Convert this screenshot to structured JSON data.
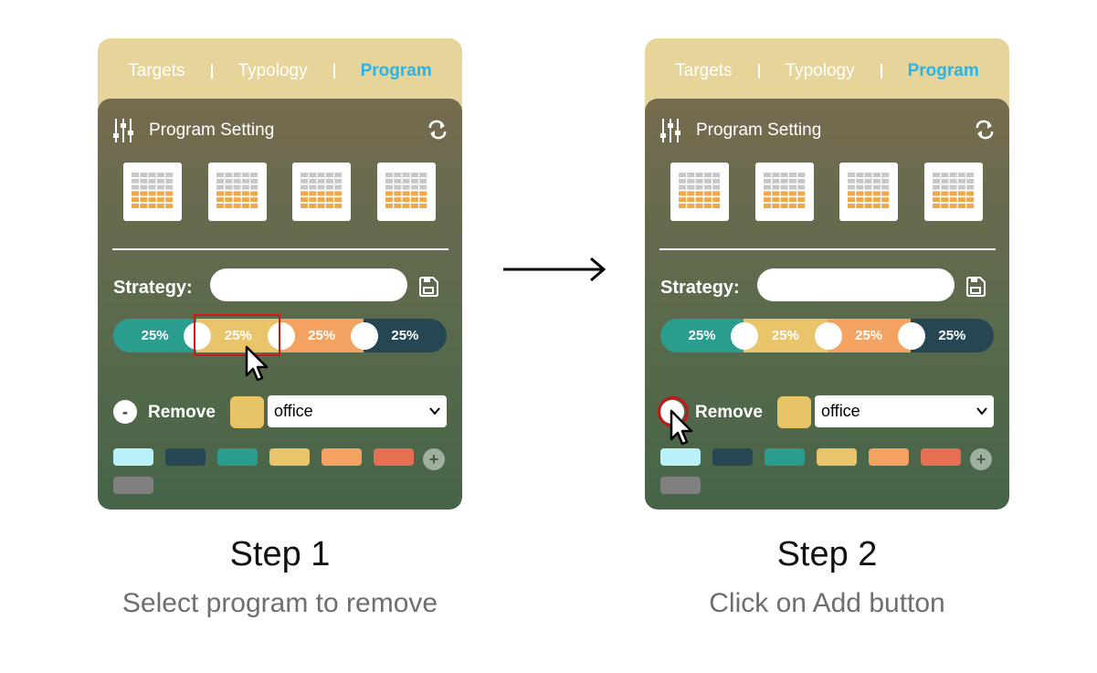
{
  "steps": [
    {
      "tabs": [
        {
          "label": "Targets",
          "active": false
        },
        {
          "label": "Typology",
          "active": false
        },
        {
          "label": "Program",
          "active": true
        }
      ],
      "header_title": "Program Setting",
      "strategy_label": "Strategy:",
      "strategy_value": "",
      "segments": [
        {
          "label": "25%",
          "color": "#2a9d8f"
        },
        {
          "label": "25%",
          "color": "#e9c46a"
        },
        {
          "label": "25%",
          "color": "#f4a261"
        },
        {
          "label": "25%",
          "color": "#264653"
        }
      ],
      "remove_label": "Remove",
      "minus_label": "-",
      "selected_program": "office",
      "selected_color": "#e8c468",
      "add_label": "+",
      "palette": [
        "#b9f1fb",
        "#264653",
        "#2a9d8f",
        "#e9c46a",
        "#f4a261",
        "#e76f51",
        "#808080"
      ],
      "caption_title": "Step 1",
      "caption_sub": "Select program to remove"
    },
    {
      "tabs": [
        {
          "label": "Targets",
          "active": false
        },
        {
          "label": "Typology",
          "active": false
        },
        {
          "label": "Program",
          "active": true
        }
      ],
      "header_title": "Program Setting",
      "strategy_label": "Strategy:",
      "strategy_value": "",
      "segments": [
        {
          "label": "25%",
          "color": "#2a9d8f"
        },
        {
          "label": "25%",
          "color": "#e9c46a"
        },
        {
          "label": "25%",
          "color": "#f4a261"
        },
        {
          "label": "25%",
          "color": "#264653"
        }
      ],
      "remove_label": "Remove",
      "minus_label": "-",
      "selected_program": "office",
      "selected_color": "#e8c468",
      "add_label": "+",
      "palette": [
        "#b9f1fb",
        "#264653",
        "#2a9d8f",
        "#e9c46a",
        "#f4a261",
        "#e76f51",
        "#808080"
      ],
      "caption_title": "Step 2",
      "caption_sub": "Click on Add button"
    }
  ],
  "colors": {
    "tab_bar": "#e6d49a",
    "active_tab": "#28b4e6",
    "highlight": "#d01818"
  },
  "icons": [
    "sliders-icon",
    "refresh-icon",
    "table-template-icon",
    "save-icon",
    "chevron-down-icon",
    "cursor-icon",
    "arrow-right-icon"
  ]
}
